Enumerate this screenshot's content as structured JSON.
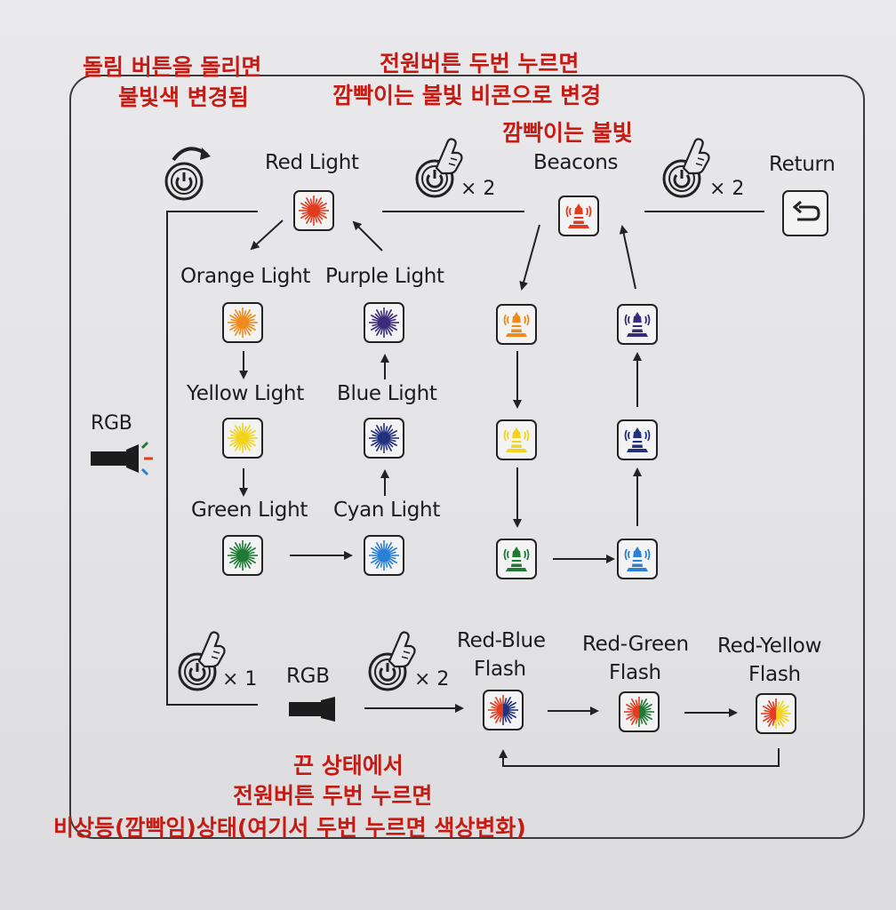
{
  "annotations": {
    "rotate_line1": "돌림 버튼을 돌리면",
    "rotate_line2": "불빛색 변경됨",
    "power_line1": "전원버튼 두번 누르면",
    "power_line2": "깜빡이는 불빛 비콘으로 변경",
    "blink": "깜빡이는 불빛",
    "off_line1": "끈 상태에서",
    "off_line2": "전원버튼 두번 누르면",
    "off_line3": "비상등(깜빡임)상태(여기서 두번 누르면 색상변화)"
  },
  "modes": {
    "red": {
      "label": "Red Light",
      "color": "#e23b1f"
    },
    "orange": {
      "label": "Orange Light",
      "color": "#f08a1c"
    },
    "yellow": {
      "label": "Yellow Light",
      "color": "#f2d41c"
    },
    "green": {
      "label": "Green Light",
      "color": "#1e7a34"
    },
    "purple": {
      "label": "Purple Light",
      "color": "#3a2a7a"
    },
    "blue": {
      "label": "Blue Light",
      "color": "#22307e"
    },
    "cyan": {
      "label": "Cyan Light",
      "color": "#2a7fd6"
    }
  },
  "beacons": {
    "label": "Beacons",
    "colors": {
      "red": "#e23b1f",
      "orange": "#f08a1c",
      "yellow": "#f2d41c",
      "green": "#1e7a34",
      "cyan": "#2a7fd6",
      "blue": "#22307e",
      "purple": "#3a2a7a"
    }
  },
  "return_label": "Return",
  "rgb_label": "RGB",
  "rgb_bottom_label": "RGB",
  "multipliers": {
    "x2": "× 2",
    "x1": "× 1"
  },
  "flash": [
    {
      "line1": "Red-Blue",
      "line2": "Flash",
      "left": "#e23b1f",
      "right": "#22307e"
    },
    {
      "line1": "Red-Green",
      "line2": "Flash",
      "left": "#e23b1f",
      "right": "#1e7a34"
    },
    {
      "line1": "Red-Yellow",
      "line2": "Flash",
      "left": "#e23b1f",
      "right": "#f2d41c"
    }
  ]
}
